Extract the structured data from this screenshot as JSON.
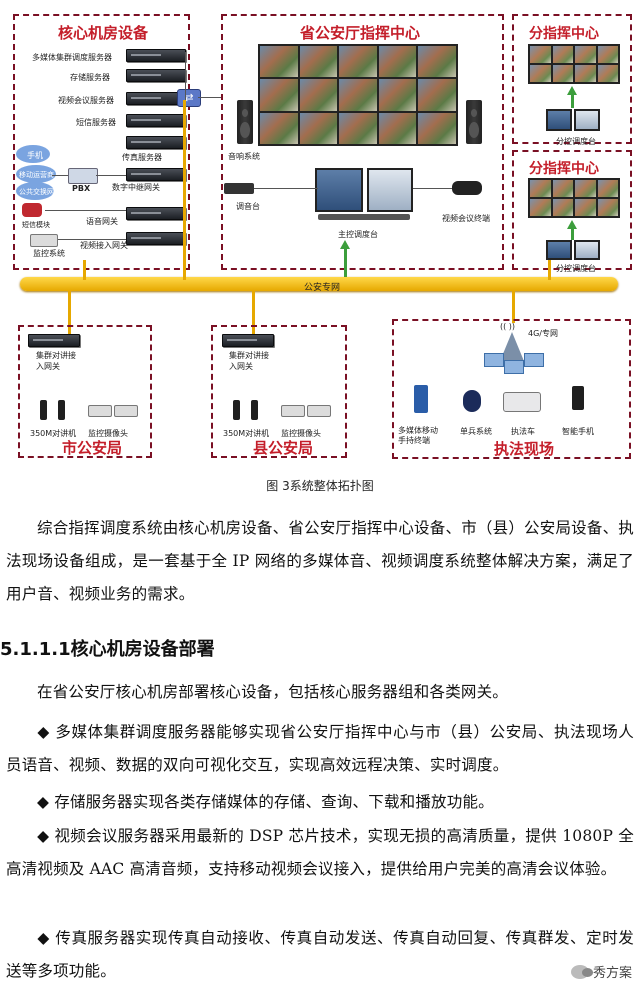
{
  "diagram": {
    "core": {
      "title": "核心机房设备",
      "servers": [
        "多媒体集群调度服务器",
        "存储服务器",
        "视频会议服务器",
        "短信服务器",
        "传真服务器"
      ],
      "pbx": "PBX",
      "gateways": [
        "数字中继网关",
        "语音网关",
        "视频接入网关"
      ],
      "left_labels": [
        "手机",
        "移动运营商",
        "公共交换网",
        "短信模块",
        "监控系统"
      ]
    },
    "province": {
      "title": "省公安厅指挥中心",
      "audio_system": "音响系统",
      "console": "调音台",
      "dispatch_desk": "主控调度台",
      "video_terminal": "视频会议终端"
    },
    "branch1": {
      "title": "分指挥中心",
      "desk": "分控调度台"
    },
    "branch2": {
      "title": "分指挥中心",
      "desk": "分控调度台"
    },
    "network": "公安专网",
    "city": {
      "title": "市公安局",
      "gateway": "集群对讲接入网关",
      "radio": "350M对讲机",
      "camera": "监控摄像头"
    },
    "county": {
      "title": "县公安局",
      "gateway": "集群对讲接入网关",
      "radio": "350M对讲机",
      "camera": "监控摄像头"
    },
    "field": {
      "title": "执法现场",
      "tower": "(( ))",
      "net": "4G/专网",
      "devices": [
        "多媒体移动手持终端",
        "单兵系统",
        "执法车",
        "智能手机"
      ]
    }
  },
  "caption": "图 3系统整体拓扑图",
  "paragraphs": {
    "intro": "综合指挥调度系统由核心机房设备、省公安厅指挥中心设备、市（县）公安局设备、执法现场设备组成，是一套基于全 IP 网络的多媒体音、视频调度系统整体解决方案，满足了用户音、视频业务的需求。",
    "heading": "5.1.1.1核心机房设备部署",
    "p1": "在省公安厅核心机房部署核心设备，包括核心服务器组和各类网关。",
    "b1": "◆ 多媒体集群调度服务器能够实现省公安厅指挥中心与市（县）公安局、执法现场人员语音、视频、数据的双向可视化交互，实现高效远程决策、实时调度。",
    "b2": "◆ 存储服务器实现各类存储媒体的存储、查询、下载和播放功能。",
    "b3": "◆ 视频会议服务器采用最新的 DSP 芯片技术，实现无损的高清质量，提供 1080P 全高清视频及 AAC 高清音频，支持移动视频会议接入，提供给用户完美的高清会议体验。",
    "b4": "◆ 传真服务器实现传真自动接收、传真自动发送、传真自动回复、传真群发、定时发送等多项功能。"
  },
  "watermark": "秀方案"
}
